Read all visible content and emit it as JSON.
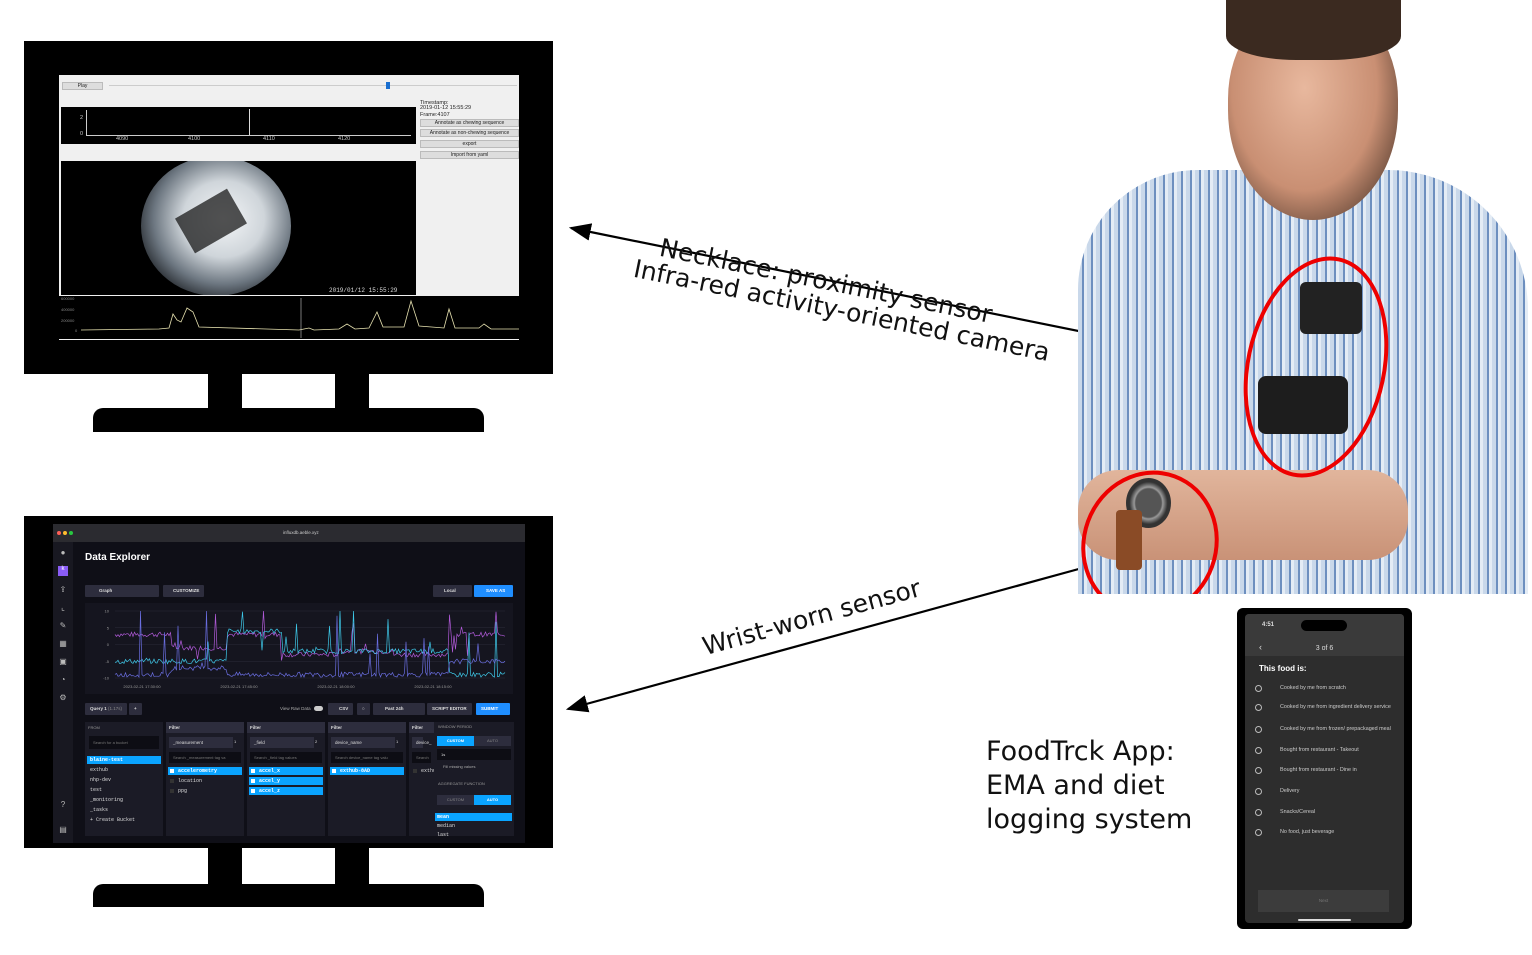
{
  "annotations": {
    "necklace": "Necklace: proximity sensor",
    "camera": "Infra-red activity-oriented camera",
    "wrist": "Wrist-worn sensor",
    "app_line1": "FoodTrck App:",
    "app_line2": "EMA and diet",
    "app_line3": "logging system"
  },
  "annotation_tool": {
    "play": "Play",
    "timestamp_label": "Timestamp:",
    "timestamp": "2019-01-12 15:55:29",
    "frame": "Frame:4107",
    "buttons": [
      "Annotate as chewing sequence",
      "Annotate as non-chewing sequence",
      "export",
      "Import from yaml"
    ],
    "top_plot_y": [
      "2",
      "0"
    ],
    "top_plot_x": [
      "4090",
      "4100",
      "4110",
      "4120"
    ],
    "video_timestamp": "2019/01/12 15:55:29",
    "bottom_plot_y": [
      "600000",
      "400000",
      "200000",
      "0"
    ]
  },
  "data_explorer": {
    "url": "influxdb.aeble.xyz",
    "title": "Data Explorer",
    "graph_type": "Graph",
    "customize": "CUSTOMIZE",
    "timezone": "Local",
    "save_as": "SAVE AS",
    "y_ticks": [
      "10",
      "5",
      "0",
      "-5",
      "-10"
    ],
    "x_ticks": [
      "2023-02-21 17:30:00",
      "2023-02-21 17:45:00",
      "2023-02-21 18:00:00",
      "2023-02-21 18:15:00"
    ],
    "series_colors": [
      "#b05ad8",
      "#3ec8e8",
      "#6a6ee0"
    ],
    "query_tab": "Query 1",
    "query_time": "(1.17s)",
    "add_query": "+",
    "view_raw": "View Raw Data",
    "csv": "CSV",
    "range": "Past 24h",
    "script_editor": "SCRIPT EDITOR",
    "submit": "SUBMIT",
    "from_label": "FROM",
    "bucket_search": "Search for a bucket",
    "buckets": [
      "blaine-test",
      "exthub",
      "nhp-dev",
      "test",
      "_monitoring",
      "_tasks",
      "+ Create Bucket"
    ],
    "filters": [
      {
        "label": "Filter",
        "key": "_measurement",
        "count": "1",
        "search": "Search _measurement tag va",
        "values": [
          "accelerometry",
          "location",
          "ppg"
        ],
        "selected": [
          true,
          false,
          false
        ]
      },
      {
        "label": "Filter",
        "key": "_field",
        "count": "2",
        "search": "Search _field tag values",
        "values": [
          "accel_x",
          "accel_y",
          "accel_z"
        ],
        "selected": [
          true,
          true,
          true
        ]
      },
      {
        "label": "Filter",
        "key": "device_name",
        "count": "1",
        "search": "Search device_name tag valu",
        "values": [
          "exthub-8AD"
        ],
        "selected": [
          true
        ]
      },
      {
        "label": "Filter",
        "key": "device_",
        "count": "",
        "search": "Search",
        "values": [
          "exthu"
        ],
        "selected": [
          false
        ]
      }
    ],
    "window_period": "WINDOW PERIOD",
    "custom": "CUSTOM",
    "auto": "AUTO",
    "window_value": "1s",
    "fill_missing": "Fill missing values",
    "aggregate_function": "AGGREGATE FUNCTION",
    "functions": [
      "mean",
      "median",
      "last"
    ]
  },
  "phone": {
    "time": "4:51",
    "progress": "3 of 6",
    "question": "This food is:",
    "options": [
      "Cooked by me from scratch",
      "Cooked by me from ingredient delivery service",
      "Cooked by me from frozen/ prepackaged meal",
      "Bought from restaurant - Takeout",
      "Bought from restaurant - Dine in",
      "Delivery",
      "Snacks/Cereal",
      "No food, just beverage"
    ],
    "next": "Next"
  }
}
